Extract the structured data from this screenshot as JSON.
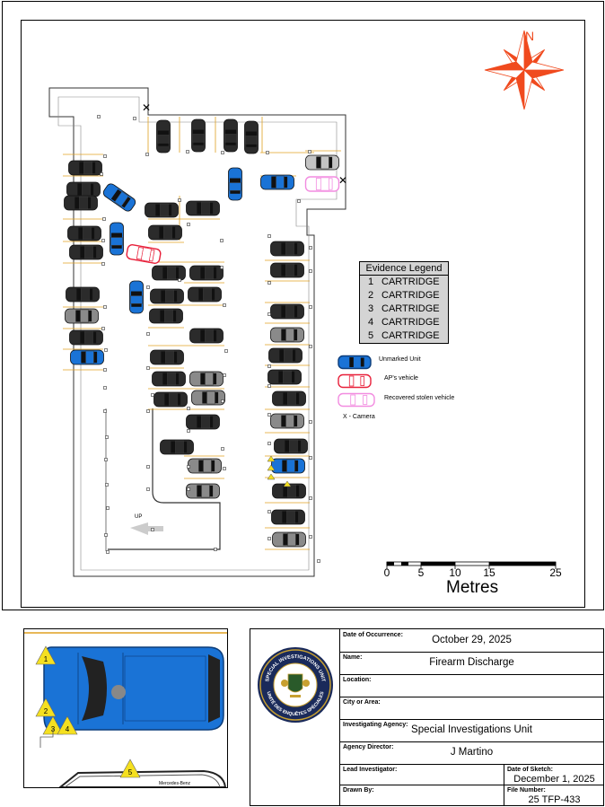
{
  "compass": {
    "north_label": "N"
  },
  "legend": {
    "title": "Evidence Legend",
    "rows": [
      {
        "num": "1",
        "text": "CARTRIDGE"
      },
      {
        "num": "2",
        "text": "CARTRIDGE"
      },
      {
        "num": "3",
        "text": "CARTRIDGE"
      },
      {
        "num": "4",
        "text": "CARTRIDGE"
      },
      {
        "num": "5",
        "text": "CARTRIDGE"
      }
    ]
  },
  "vehicle_key": {
    "unmarked": "Unmarked Unit",
    "ap": "AP's vehicle",
    "stolen": "Recovered stolen vehicle",
    "camera": "X - Camera"
  },
  "scale": {
    "ticks": [
      "0",
      "5",
      "10",
      "15",
      "25"
    ],
    "unit": "Metres"
  },
  "ramp_label": "UP",
  "inset": {
    "markers": [
      "1",
      "2",
      "3",
      "4",
      "5"
    ]
  },
  "seal": {
    "outer_text": "SPECIAL INVESTIGATIONS UNIT",
    "inner_text": "UNITÉ DES ENQUÊTES SPÉCIALES"
  },
  "info": {
    "date_label": "Date of Occurrence:",
    "date": "October 29, 2025",
    "name_label": "Name:",
    "name": "Firearm Discharge",
    "location_label": "Location:",
    "location": "",
    "city_label": "City or Area:",
    "city": "",
    "agency_label": "Investigating Agency:",
    "agency": "Special Investigations Unit",
    "director_label": "Agency Director:",
    "director": "J Martino",
    "lead_label": "Lead Investigator:",
    "lead": "",
    "sketch_date_label": "Date of Sketch:",
    "sketch_date": "December 1, 2025",
    "drawn_label": "Drawn By:",
    "drawn": "",
    "file_label": "File Number:",
    "file": "25 TFP-433"
  },
  "colors": {
    "unmarked": "#1a73d6",
    "ap_vehicle": "#e8203a",
    "stolen": "#f28ce0",
    "parking_lines": "#e0a020",
    "compass": "#f04a1e",
    "marker": "#f5e020"
  }
}
